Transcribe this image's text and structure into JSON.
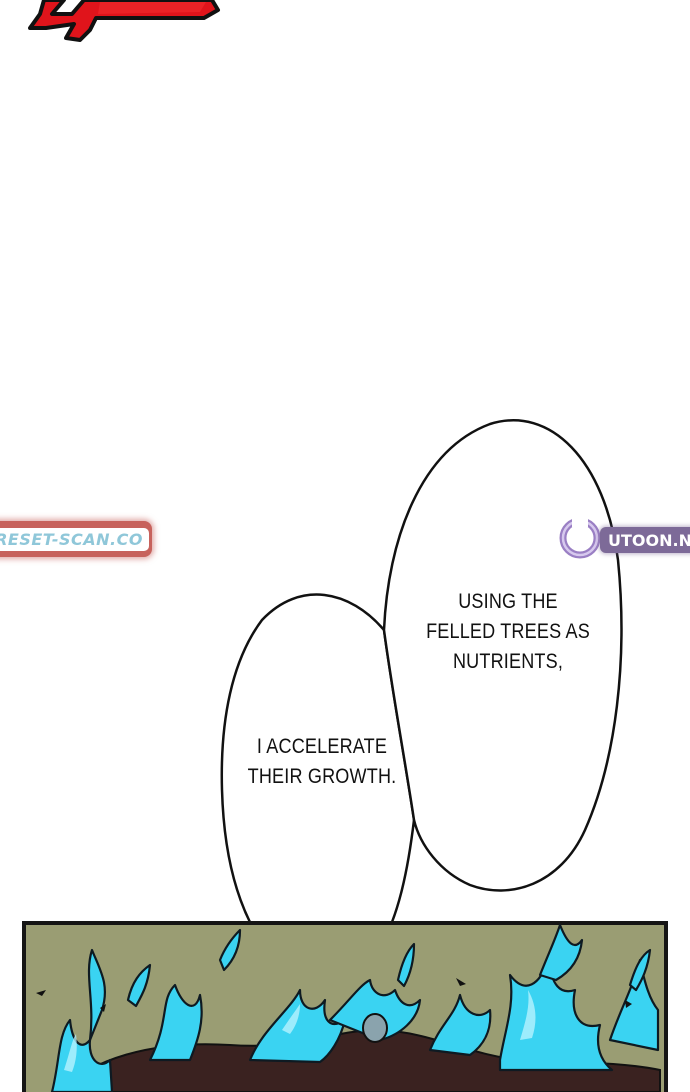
{
  "speech_bubbles": [
    {
      "lines": [
        "USING THE",
        "FELLED TREES AS",
        "NUTRIENTS,"
      ]
    },
    {
      "lines": [
        "I ACCELERATE",
        "THEIR GROWTH."
      ]
    }
  ],
  "watermarks": {
    "left": "RESET-SCAN.CO",
    "right": "UTOON.N"
  },
  "colors": {
    "background": "#ffffff",
    "sfx_red": "#e0141b",
    "panel_ground": "#9a9d73",
    "panel_flame": "#3ad3f2",
    "panel_border": "#151515"
  }
}
